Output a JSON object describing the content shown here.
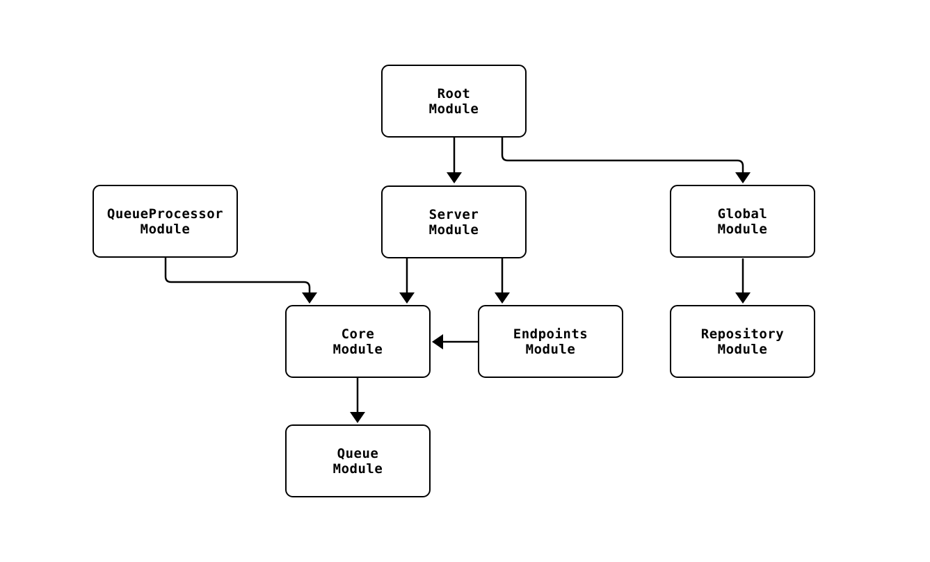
{
  "diagram": {
    "type": "module-dependency-graph",
    "colors": {
      "stroke": "#000000",
      "node_fill": "#ffffff",
      "text": "#000000",
      "background": "#ffffff"
    },
    "nodes": {
      "root": {
        "title": "Root",
        "subtitle": "Module"
      },
      "queueprocessor": {
        "title": "QueueProcessor",
        "subtitle": "Module"
      },
      "server": {
        "title": "Server",
        "subtitle": "Module"
      },
      "global": {
        "title": "Global",
        "subtitle": "Module"
      },
      "core": {
        "title": "Core",
        "subtitle": "Module"
      },
      "endpoints": {
        "title": "Endpoints",
        "subtitle": "Module"
      },
      "repository": {
        "title": "Repository",
        "subtitle": "Module"
      },
      "queue": {
        "title": "Queue",
        "subtitle": "Module"
      }
    },
    "edges": [
      {
        "from": "Root Module",
        "to": "Server Module"
      },
      {
        "from": "Root Module",
        "to": "Global Module"
      },
      {
        "from": "QueueProcessor Module",
        "to": "Core Module"
      },
      {
        "from": "Server Module",
        "to": "Core Module"
      },
      {
        "from": "Server Module",
        "to": "Endpoints Module"
      },
      {
        "from": "Endpoints Module",
        "to": "Core Module"
      },
      {
        "from": "Global Module",
        "to": "Repository Module"
      },
      {
        "from": "Core Module",
        "to": "Queue Module"
      }
    ]
  }
}
